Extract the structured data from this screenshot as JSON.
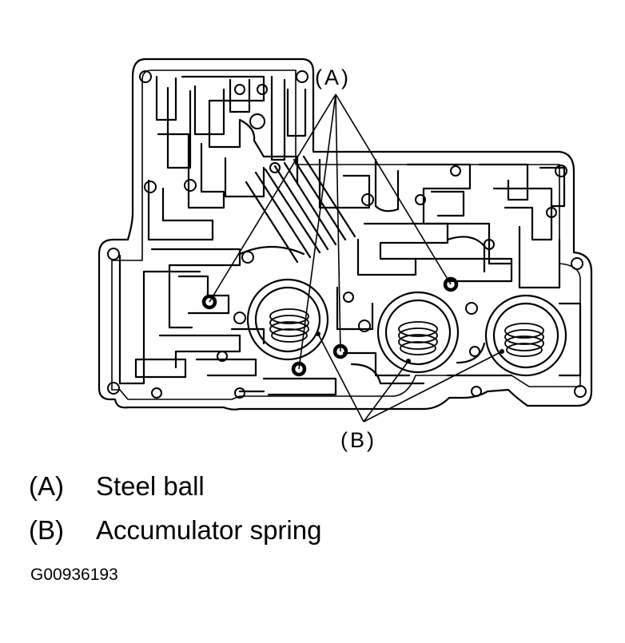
{
  "callouts": {
    "a": "(A)",
    "b": "(B)"
  },
  "legend": [
    {
      "key": "(A)",
      "label": "Steel ball"
    },
    {
      "key": "(B)",
      "label": "Accumulator spring"
    }
  ],
  "figure_id": "G00936193"
}
